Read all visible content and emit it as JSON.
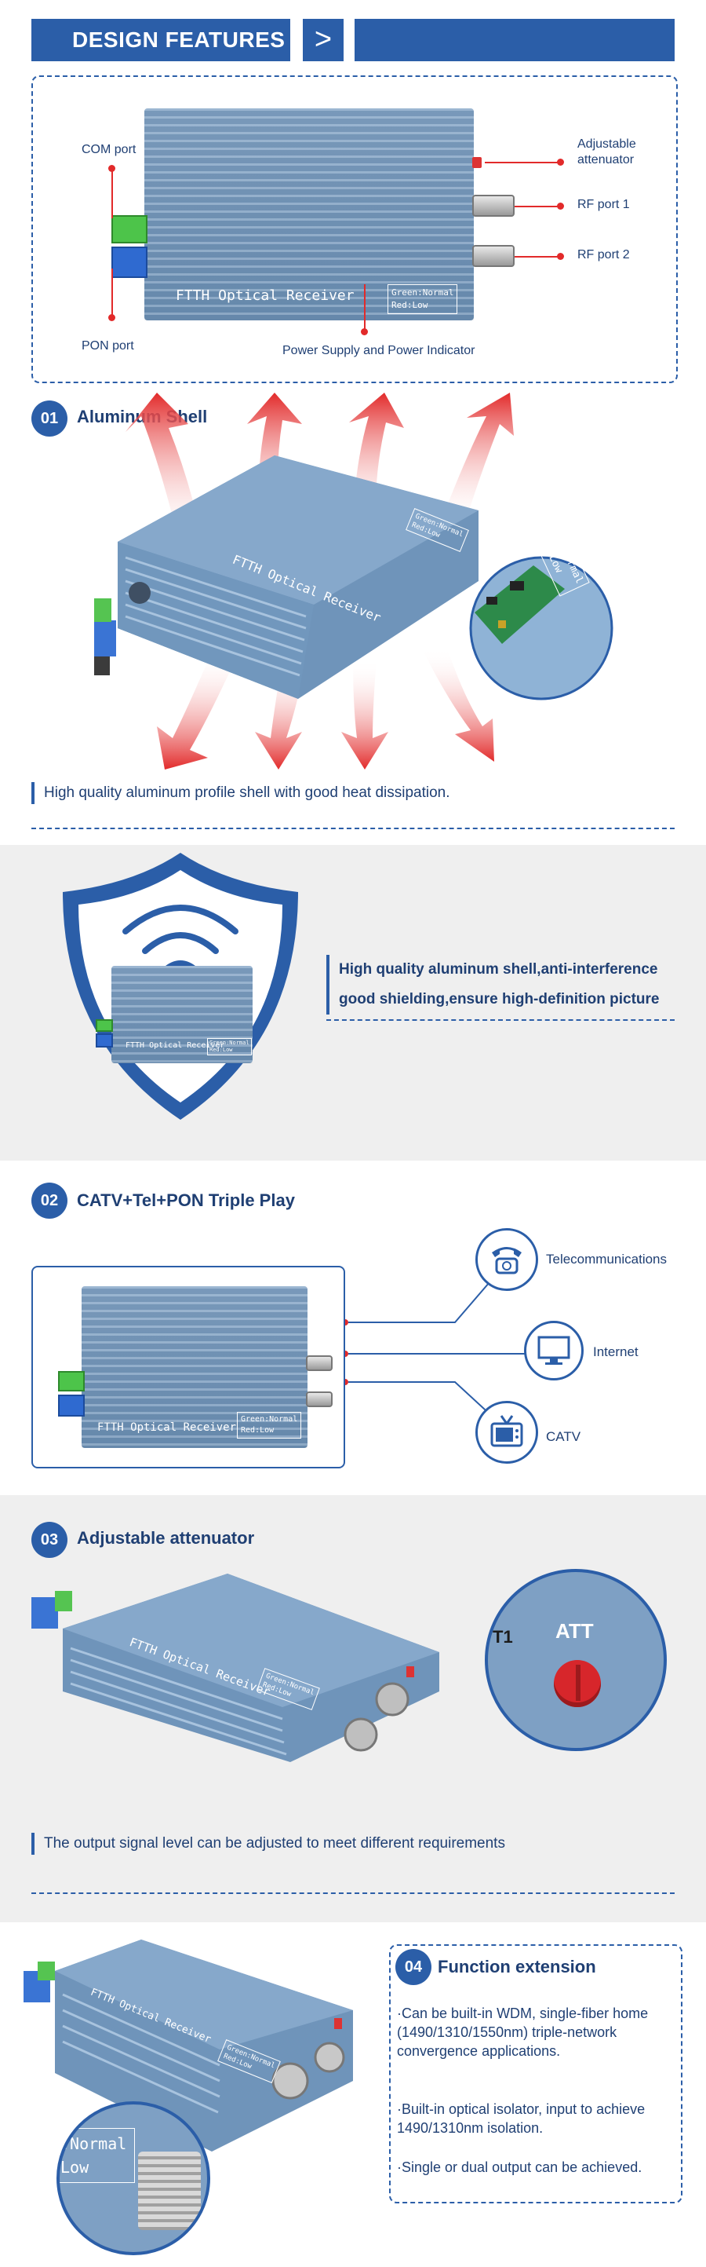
{
  "header": {
    "title": "DESIGN FEATURES",
    "arrow_glyph": ">"
  },
  "overview": {
    "device_label": "FTTH Optical Receiver",
    "led_line1": "Green:Normal",
    "led_line2": "Red:Low",
    "callouts": {
      "com_port": "COM port",
      "pon_port": "PON port",
      "attenuator_line1": "Adjustable",
      "attenuator_line2": "attenuator",
      "rf_port_1": "RF port 1",
      "rf_port_2": "RF port 2",
      "power": "Power Supply and Power Indicator"
    }
  },
  "section1": {
    "number": "01",
    "title": "Aluminum Shell",
    "device_label": "FTTH Optical Receiver",
    "led_line1": "Green:Normal",
    "led_line2": "Red:Low",
    "zoom_line1": "Red:Normal",
    "zoom_line2": "Red:Low",
    "caption": "High quality aluminum profile shell with good heat dissipation."
  },
  "shield": {
    "device_label": "FTTH Optical Receiver",
    "led_line1": "Green:Normal",
    "led_line2": "Red:Low",
    "caption_line1": "High quality aluminum shell,anti-interference",
    "caption_line2": "good shielding,ensure high-definition picture"
  },
  "section2": {
    "number": "02",
    "title": "CATV+Tel+PON Triple Play",
    "device_label": "FTTH Optical Receiver",
    "led_line1": "Green:Normal",
    "led_line2": "Red:Low",
    "services": [
      "Telecommunications",
      "Internet",
      "CATV"
    ]
  },
  "section3": {
    "number": "03",
    "title": "Adjustable attenuator",
    "device_label": "FTTH Optical Receiver",
    "led_line1": "Green:Normal",
    "led_line2": "Red:Low",
    "att_label": "ATT",
    "zoom_edge_label": "T1",
    "caption": "The output signal level can be adjusted to meet different requirements"
  },
  "section4": {
    "number": "04",
    "title": "Function extension",
    "device_label": "FTTH Optical Receiver",
    "led_line1": "Green:Normal",
    "led_line2": "Red:Low",
    "zoom_line1": ":Normal",
    "zoom_line2": "Low",
    "points": [
      "·Can be built-in WDM, single-fiber home (1490/1310/1550nm) triple-network convergence applications.",
      "·Built-in optical isolator, input to achieve 1490/1310nm isolation.",
      "·Single or dual output can be achieved."
    ]
  },
  "colors": {
    "accent": "#2b5ea8",
    "text": "#1f3f73",
    "red": "#e22a2a",
    "device": "#7197bd",
    "gray_bg": "#efefef"
  }
}
